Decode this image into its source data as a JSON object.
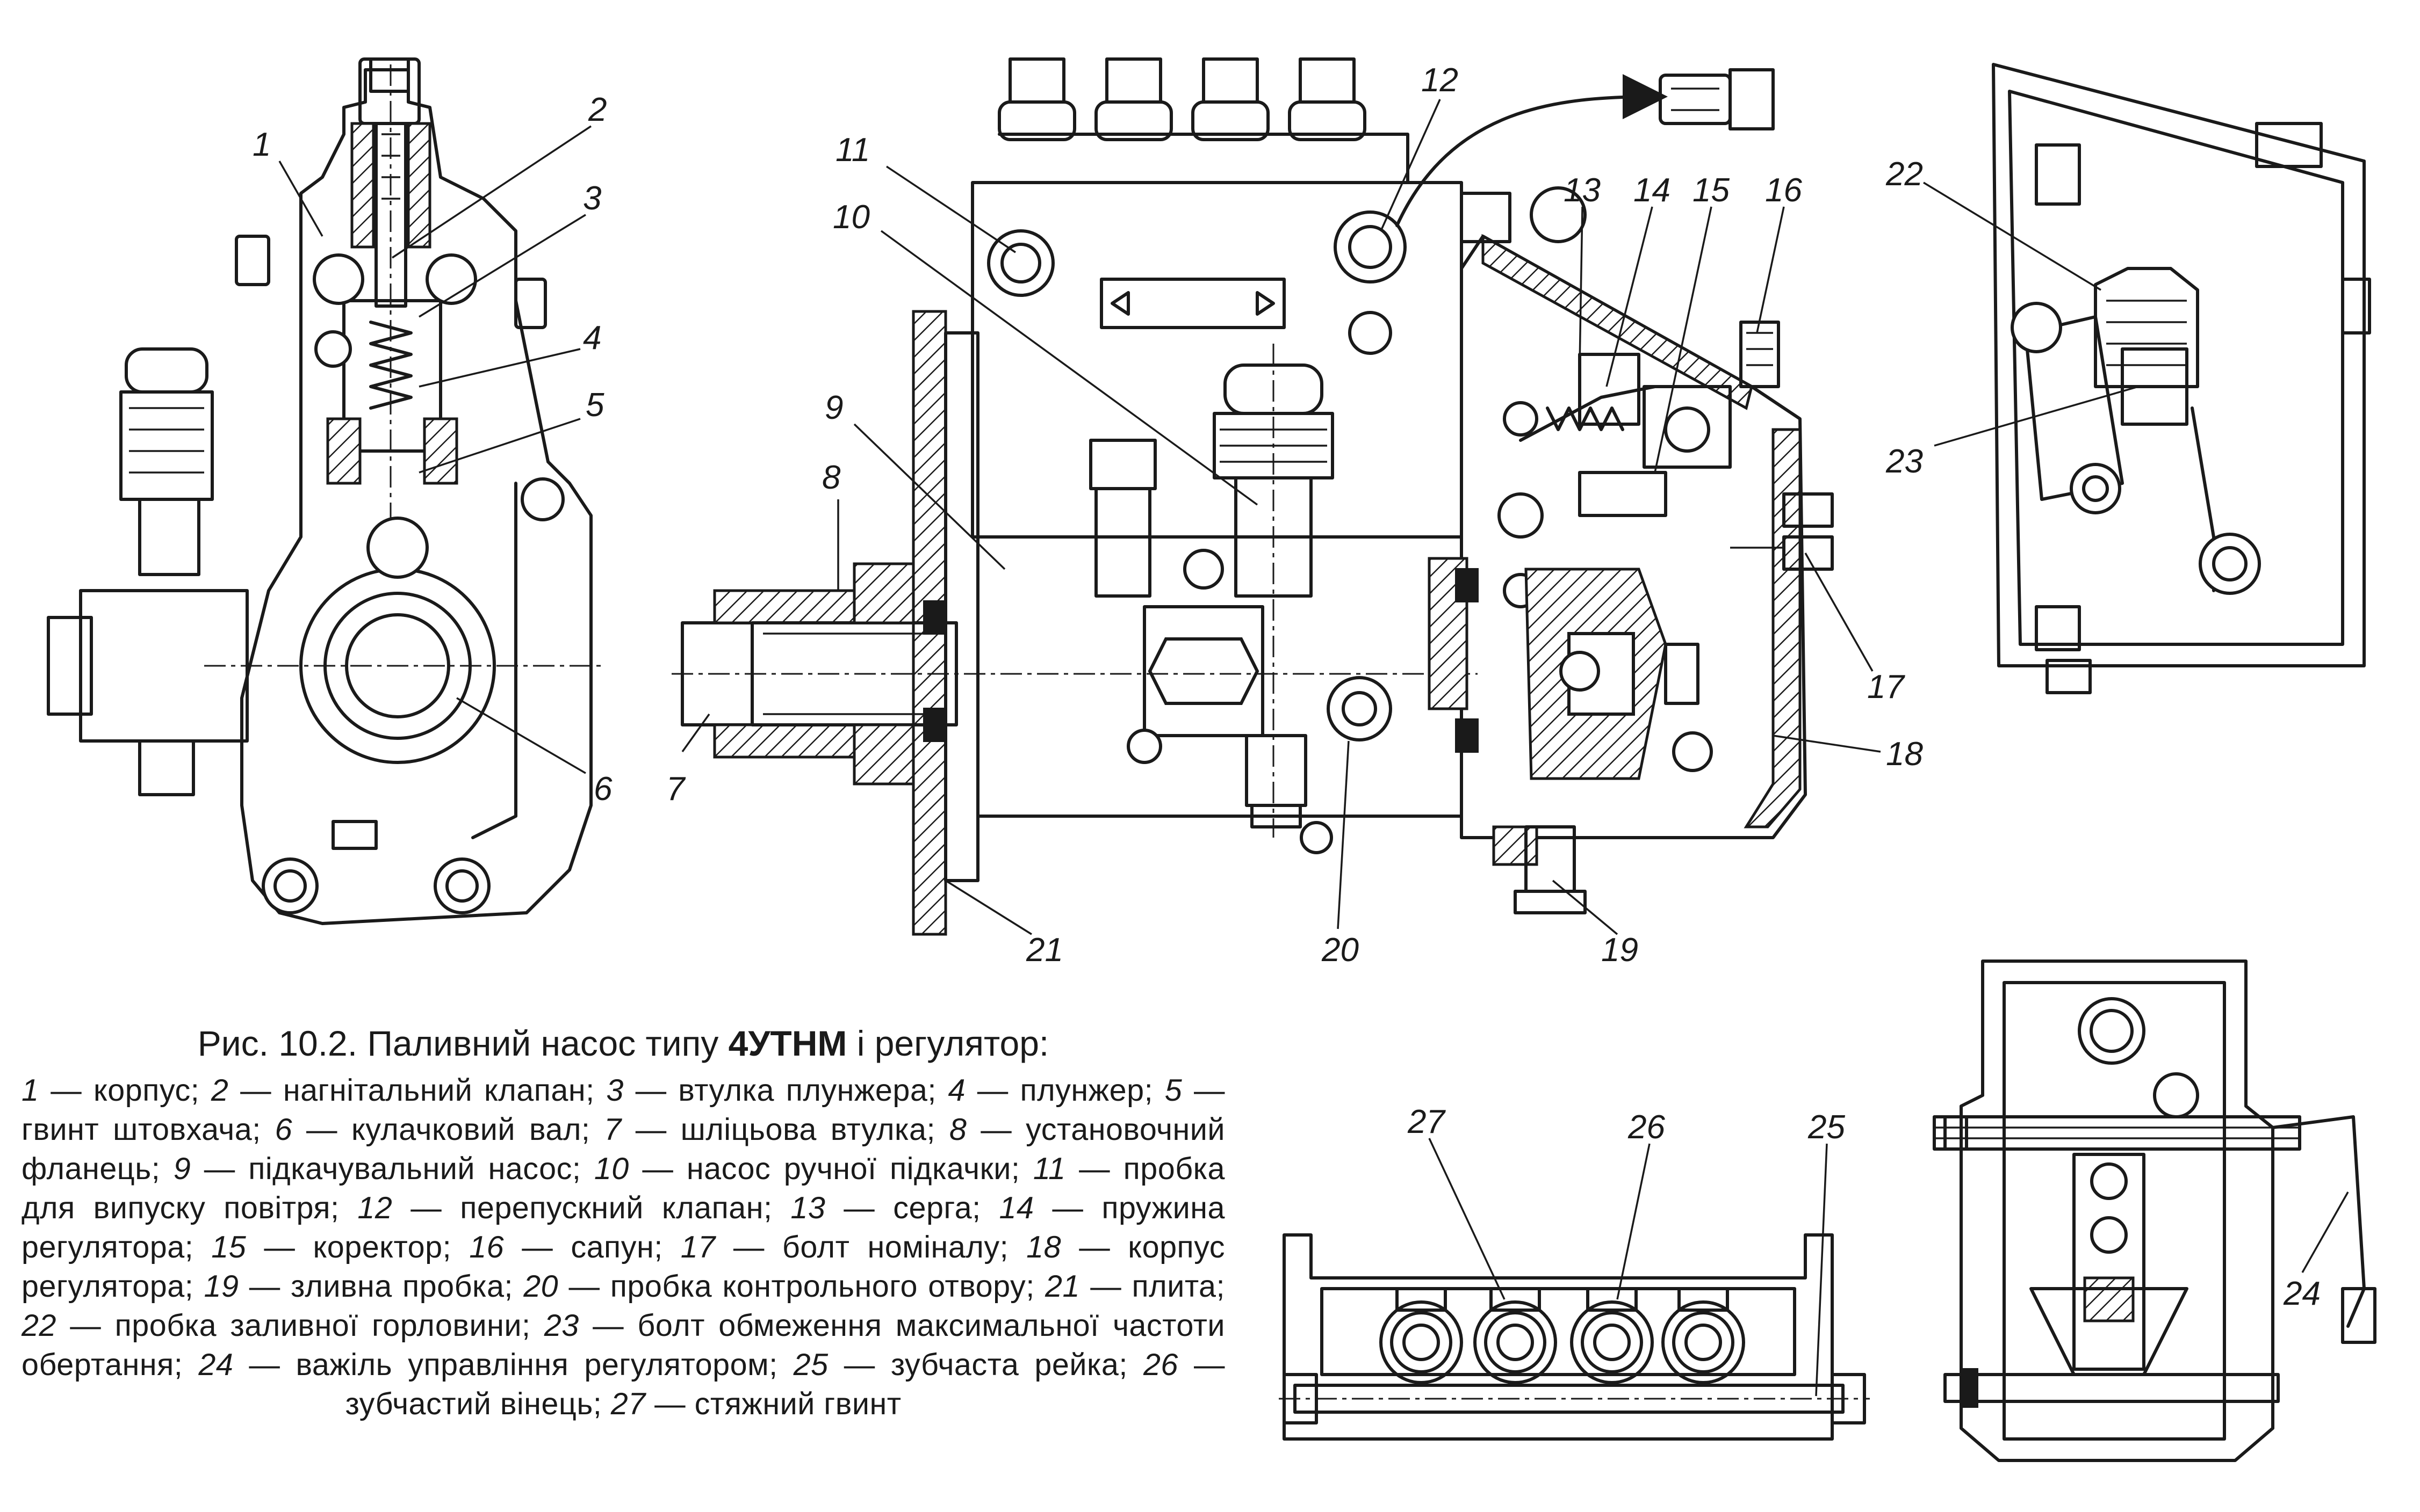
{
  "figure": {
    "title_prefix": "Рис. 10.2. Паливний насос типу ",
    "title_model": "4УТНМ",
    "title_suffix": " і регулятор:"
  },
  "legend": [
    {
      "num": "1",
      "text": "корпус"
    },
    {
      "num": "2",
      "text": "нагнітальний клапан"
    },
    {
      "num": "3",
      "text": "втулка плунжера"
    },
    {
      "num": "4",
      "text": "плунжер"
    },
    {
      "num": "5",
      "text": "гвинт штовхача"
    },
    {
      "num": "6",
      "text": "кулачковий вал"
    },
    {
      "num": "7",
      "text": "шліцьова втулка"
    },
    {
      "num": "8",
      "text": "установочний фланець"
    },
    {
      "num": "9",
      "text": "підкачувальний насос"
    },
    {
      "num": "10",
      "text": "насос ручної підкачки"
    },
    {
      "num": "11",
      "text": "пробка для випуску повітря"
    },
    {
      "num": "12",
      "text": "перепускний клапан"
    },
    {
      "num": "13",
      "text": "серга"
    },
    {
      "num": "14",
      "text": "пружина регулятора"
    },
    {
      "num": "15",
      "text": "коректор"
    },
    {
      "num": "16",
      "text": "сапун"
    },
    {
      "num": "17",
      "text": "болт номіналу"
    },
    {
      "num": "18",
      "text": "корпус регулятора"
    },
    {
      "num": "19",
      "text": "зливна пробка"
    },
    {
      "num": "20",
      "text": "пробка контрольного отвору"
    },
    {
      "num": "21",
      "text": "плита"
    },
    {
      "num": "22",
      "text": "пробка заливної горловини"
    },
    {
      "num": "23",
      "text": "болт обмеження максимальної частоти обертання"
    },
    {
      "num": "24",
      "text": "важіль управління регулятором"
    },
    {
      "num": "25",
      "text": "зубчаста рейка"
    },
    {
      "num": "26",
      "text": "зубчастий вінець"
    },
    {
      "num": "27",
      "text": "стяжний гвинт"
    }
  ],
  "legend_separator": " — ",
  "callouts": [
    "1",
    "2",
    "3",
    "4",
    "5",
    "6",
    "7",
    "8",
    "9",
    "10",
    "11",
    "12",
    "13",
    "14",
    "15",
    "16",
    "17",
    "18",
    "19",
    "20",
    "21",
    "22",
    "23",
    "24",
    "25",
    "26",
    "27"
  ]
}
